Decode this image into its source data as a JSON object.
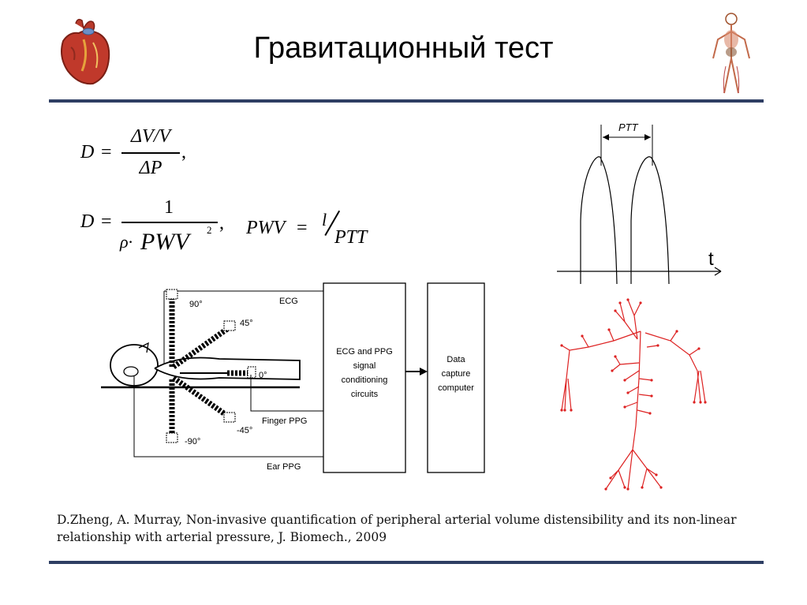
{
  "slide": {
    "title": "Гравитационный тест",
    "citation": "D.Zheng, A. Murray, Non-invasive quantification of peripheral arterial volume distensibility and its non-linear relationship with arterial pressure, J. Biomech., 2009"
  },
  "formulas": {
    "f1": {
      "lhs": "D",
      "eq": "=",
      "num": "ΔV/V",
      "den": "ΔP",
      "tail": ","
    },
    "f2": {
      "lhs": "D",
      "eq": "=",
      "num": "1",
      "den_rho": "ρ·",
      "den_pwv": "PWV",
      "den_exp": "2",
      "tail": ","
    },
    "f3": {
      "lhs": "PWV",
      "eq": "=",
      "num": "l",
      "den": "PTT"
    }
  },
  "pulse_diagram": {
    "interval_label": "PTT",
    "axis_label": "t"
  },
  "setup_diagram": {
    "angles": [
      "90°",
      "45°",
      "0°",
      "-45°",
      "-90°"
    ],
    "signals": [
      "ECG",
      "Finger PPG",
      "Ear PPG"
    ],
    "box1": [
      "ECG and PPG",
      "signal",
      "conditioning",
      "circuits"
    ],
    "box2": [
      "Data",
      "capture",
      "computer"
    ]
  },
  "colors": {
    "rule": "#2e3e63",
    "arterial_tree": "#dd2222",
    "heart": "#c0392b"
  },
  "icons": {
    "top_left": "heart-icon",
    "top_right": "anatomy-icon"
  }
}
